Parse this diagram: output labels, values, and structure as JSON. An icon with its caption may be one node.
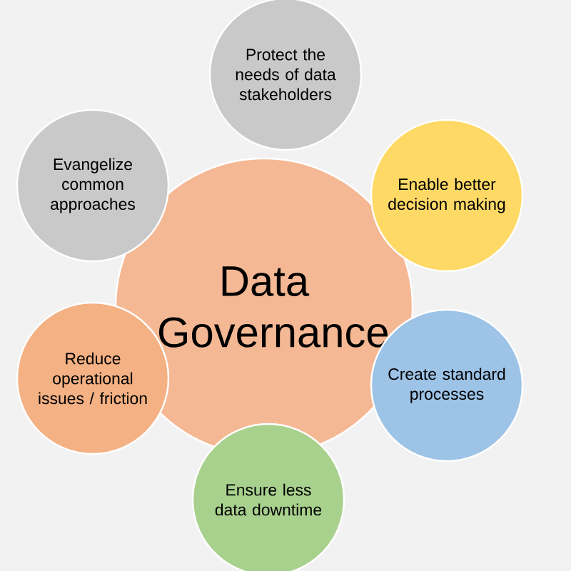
{
  "diagram": {
    "nodes": [
      {
        "text": [
          "Data Governance"
        ]
      },
      {
        "text": [
          "Protect the needs of data stakeholders"
        ]
      },
      {
        "text": [
          "Enable better decision making"
        ]
      },
      {
        "text": [
          "Create standard processes"
        ]
      },
      {
        "text": [
          "Ensure less data downtime"
        ]
      },
      {
        "text": [
          "Reduce operational issues / friction"
        ]
      },
      {
        "text": [
          "Evangelize common approaches"
        ]
      }
    ]
  }
}
